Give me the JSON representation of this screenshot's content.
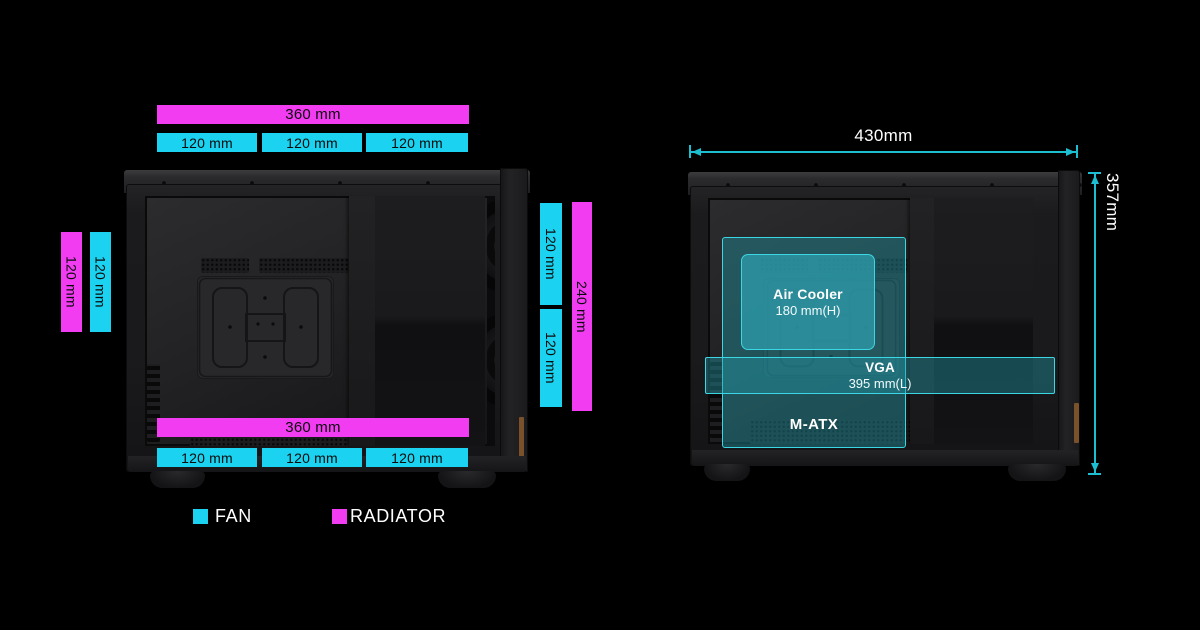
{
  "colors": {
    "fan": "#1bd3f0",
    "radiator": "#f23cf2",
    "dim": "#1cbfd2",
    "ovborder": "#3bd7e4",
    "ovfill": "rgba(33,152,168,0.42)",
    "ovfill_strong": "rgba(45,152,168,0.80)"
  },
  "fan_radiator_view": {
    "top": {
      "radiator": "360 mm",
      "fans": [
        "120 mm",
        "120 mm",
        "120 mm"
      ]
    },
    "bottom": {
      "radiator": "360 mm",
      "fans": [
        "120 mm",
        "120 mm",
        "120 mm"
      ]
    },
    "left_bars": {
      "radiator": "120 mm",
      "fan": "120 mm"
    },
    "right_bars": {
      "fans": [
        "120 mm",
        "120 mm"
      ],
      "radiator": "240 mm"
    },
    "legend": {
      "fan": "FAN",
      "radiator": "RADIATOR"
    }
  },
  "dimension_view": {
    "width": "430mm",
    "height": "357mm",
    "air_cooler": {
      "title": "Air Cooler",
      "value": "180 mm(H)"
    },
    "vga": {
      "title": "VGA",
      "value": "395 mm(L)"
    },
    "motherboard": "M-ATX"
  }
}
